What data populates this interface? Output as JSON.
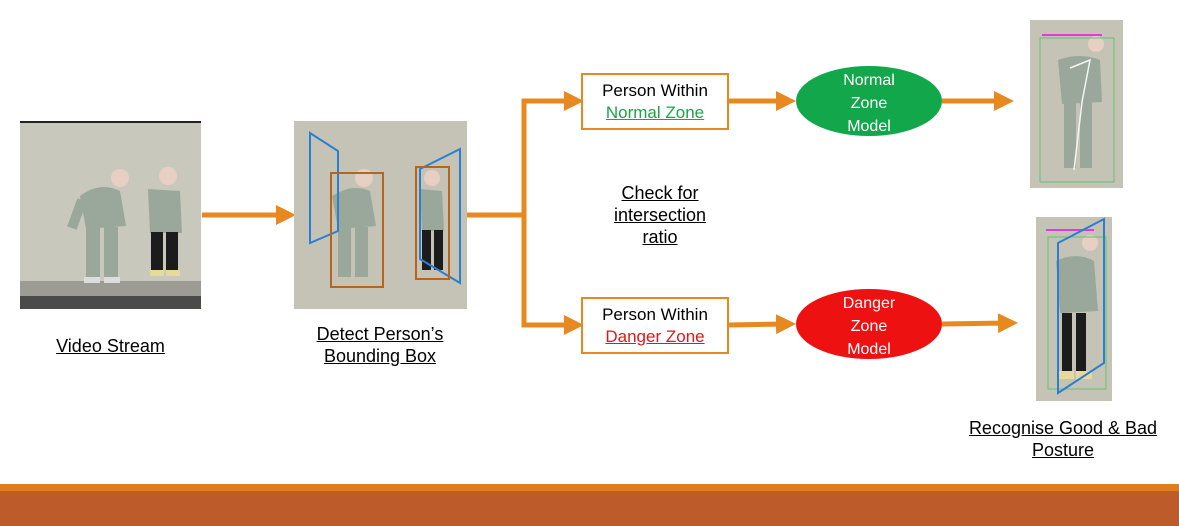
{
  "captions": {
    "video_stream": "Video Stream",
    "detect_line1": "Detect Person’s",
    "detect_line2": "Bounding Box",
    "check_line1": "Check for",
    "check_line2": "intersection",
    "check_line3": "ratio",
    "recognise_line1": "Recognise Good & Bad",
    "recognise_line2": "Posture"
  },
  "normal_zone": {
    "prefix": "Person Within",
    "name": "Normal Zone",
    "name_color": "#1aa34a",
    "model_line1": "Normal",
    "model_line2": "Zone",
    "model_line3": "Model",
    "model_color": "#12a74a"
  },
  "danger_zone": {
    "prefix": "Person Within",
    "name": "Danger Zone",
    "name_color": "#e3151b",
    "model_line1": "Danger",
    "model_line2": "Zone",
    "model_line3": "Model",
    "model_color": "#ee1111"
  },
  "colors": {
    "arrow": "#e8891f",
    "zone_outline": "#2a7fd0",
    "person_box": "#b5651d",
    "photo_bg": "#c4c3b6",
    "footer_top": "#e07e1f",
    "footer_bottom": "#bd5b2a"
  }
}
